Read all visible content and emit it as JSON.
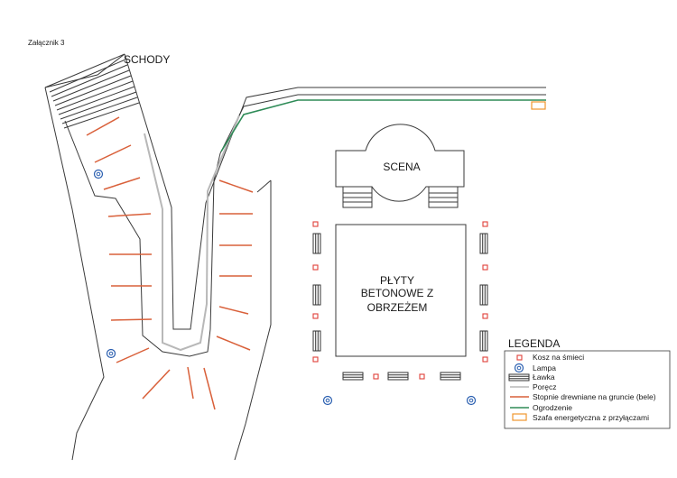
{
  "annex_label": "Załącznik 3",
  "labels": {
    "stairs": "SCHODY",
    "stage": "SCENA",
    "plaza_line1": "PŁYTY",
    "plaza_line2": "BETONOWE Z",
    "plaza_line3": "OBRZEŻEM"
  },
  "legend": {
    "title": "LEGENDA",
    "items": [
      {
        "symbol": "trash-bin",
        "label": "Kosz na śmieci",
        "color": "#e0403a"
      },
      {
        "symbol": "lamp",
        "label": "Lampa",
        "color": "#2a5fb0"
      },
      {
        "symbol": "bench",
        "label": "Ławka",
        "color": "#333333"
      },
      {
        "symbol": "railing",
        "label": "Poręcz",
        "color": "#b8b8b8"
      },
      {
        "symbol": "wooden-step",
        "label": "Stopnie drewniane na gruncie (bele)",
        "color": "#d9603a"
      },
      {
        "symbol": "fence",
        "label": "Ogrodzenie",
        "color": "#2e8b57"
      },
      {
        "symbol": "power-cabinet",
        "label": "Szafa energetyczna z przyłączami",
        "color": "#f0962e"
      }
    ]
  },
  "colors": {
    "outline": "#3a3a3a",
    "trash": "#e0403a",
    "lamp": "#2a5fb0",
    "railing": "#b8b8b8",
    "step": "#d9603a",
    "fence": "#2e8b57",
    "cabinet": "#f0962e"
  }
}
